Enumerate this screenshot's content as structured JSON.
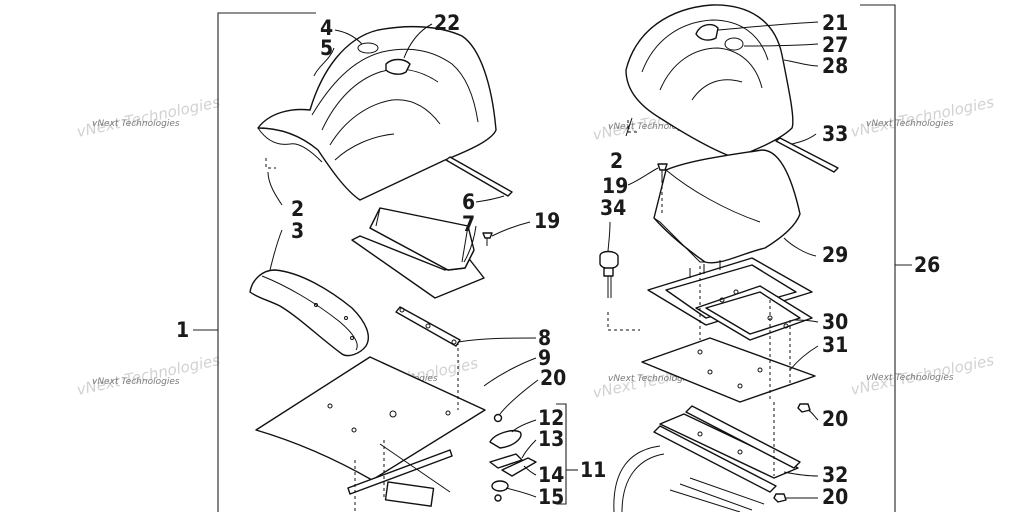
{
  "callouts": {
    "c1": "1",
    "c2a": "2",
    "c3": "3",
    "c4": "4",
    "c5": "5",
    "c6": "6",
    "c7": "7",
    "c8": "8",
    "c9": "9",
    "c11": "11",
    "c12": "12",
    "c13": "13",
    "c14": "14",
    "c15": "15",
    "c19a": "19",
    "c20a": "20",
    "c22": "22",
    "c2b": "2",
    "c19b": "19",
    "c20b": "20",
    "c20c": "20",
    "c21": "21",
    "c26": "26",
    "c27": "27",
    "c28": "28",
    "c29": "29",
    "c30": "30",
    "c31": "31",
    "c32": "32",
    "c33": "33",
    "c34": "34"
  },
  "watermark": {
    "text": "vNext Technologies"
  }
}
